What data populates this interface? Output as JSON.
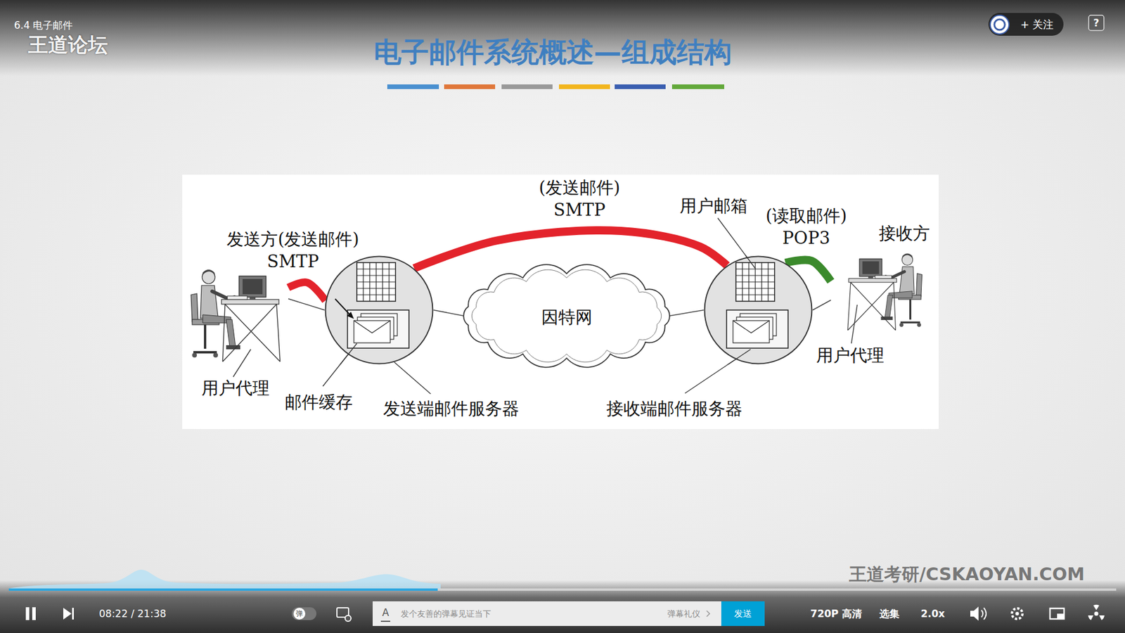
{
  "diagram": {
    "title": "电子邮件系统概述—组成结构",
    "nodes": [
      {
        "text": [
          "用户代理"
        ]
      },
      {
        "text": [
          "发送端邮件服务器"
        ]
      },
      {
        "text": [
          "因特网"
        ]
      },
      {
        "text": [
          "接收端邮件服务器"
        ]
      },
      {
        "text": [
          "接收方",
          "用户代理"
        ]
      }
    ],
    "edges": [
      {
        "from": 0,
        "to": 1,
        "label": "发送方(发送邮件) SMTP",
        "arrow": "none"
      },
      {
        "from": 1,
        "to": 3,
        "label": "(发送邮件) SMTP",
        "arrow": "none"
      },
      {
        "from": 3,
        "to": 4,
        "label": "(读取邮件) POP3",
        "arrow": "none"
      },
      {
        "from": 0,
        "to": 1,
        "arrow": "none"
      },
      {
        "from": 1,
        "to": 2,
        "arrow": "none"
      },
      {
        "from": 2,
        "to": 3,
        "arrow": "none"
      },
      {
        "from": 3,
        "to": 4,
        "arrow": "none"
      }
    ],
    "labels": [
      "6.4 电子邮件",
      "王道论坛",
      "+ 关注",
      "?",
      "邮件缓存",
      "用户邮箱",
      "08:22 / 21:38",
      "弹",
      "A",
      "发个友善的弹幕见证当下",
      "弹幕礼仪",
      "发送",
      "720P 高清",
      "选集",
      "2.0x",
      "王道考研/CSKAOYAN.COM"
    ]
  }
}
